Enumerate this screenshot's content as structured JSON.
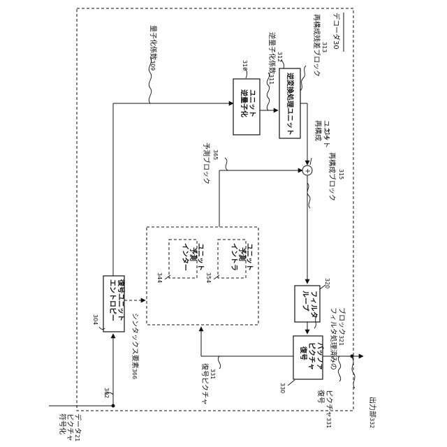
{
  "decoder": {
    "title": "デコーダ",
    "number": "30"
  },
  "blocks": {
    "entropy": {
      "line1": "エントロピー",
      "line2": "復号ユニット",
      "ref": "304"
    },
    "inverse_quant": {
      "line1": "逆量子化",
      "line2": "ユニット",
      "ref": "310"
    },
    "inverse_transform": {
      "line1": "逆変換処理ユニット",
      "ref": "312"
    },
    "loop_filter": {
      "line1": "ループ",
      "line2": "フィルタ",
      "ref": "320"
    },
    "dpb": {
      "line1": "復号",
      "line2": "ピクチャ",
      "line3": "バッファ",
      "ref": "330"
    },
    "inter": {
      "line1": "インター",
      "line2": "予測",
      "line3": "ユニット",
      "ref": "344"
    },
    "intra": {
      "line1": "イントラ",
      "line2": "予測",
      "line3": "ユニット",
      "ref": "354"
    }
  },
  "labels": {
    "encoded_picture": {
      "line1": "符号化",
      "line2": "ピクチャ",
      "line3": "データ",
      "num": "21"
    },
    "node_302": "302",
    "quant_coeff": {
      "text": "量子化係数",
      "num": "309"
    },
    "dequant_coeff": {
      "text": "逆量子化係数",
      "num": "311"
    },
    "residual_block": {
      "text": "再構成残差ブロック",
      "num": "313"
    },
    "reconstruction_unit": {
      "line1": "再構成",
      "line2": "ユニット",
      "num": "314"
    },
    "prediction_block": {
      "text": "予測ブロック",
      "num": "365"
    },
    "reconstructed_block": {
      "text": "再構成ブロック",
      "num": "315"
    },
    "syntax_elements": {
      "text": "シンタックス要素",
      "num": "366"
    },
    "filtered_block": {
      "line1": "フィルタ処理済みの",
      "line2": "ブロック",
      "num": "321"
    },
    "decoded_picture_left": {
      "text": "復号ピクチャ",
      "num": "331"
    },
    "decoded_picture_out": {
      "line1": "復号",
      "line2": "ピクチャ",
      "num": "331"
    },
    "output": {
      "text": "出力部",
      "num": "332"
    },
    "adder_symbol": "+"
  }
}
